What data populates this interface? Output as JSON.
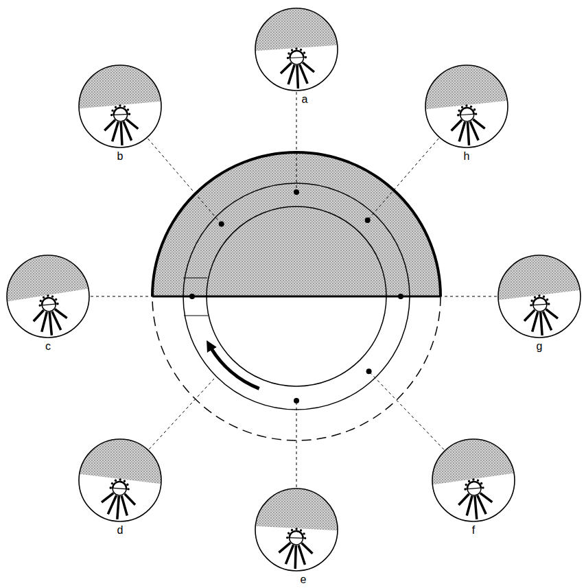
{
  "diagram": {
    "nodes": [
      {
        "text": [
          "a"
        ]
      },
      {
        "text": [
          "b"
        ]
      },
      {
        "text": [
          "c"
        ]
      },
      {
        "text": [
          "d"
        ]
      },
      {
        "text": [
          "e"
        ]
      },
      {
        "text": [
          "f"
        ]
      },
      {
        "text": [
          "g"
        ]
      },
      {
        "text": [
          "h"
        ]
      }
    ]
  }
}
